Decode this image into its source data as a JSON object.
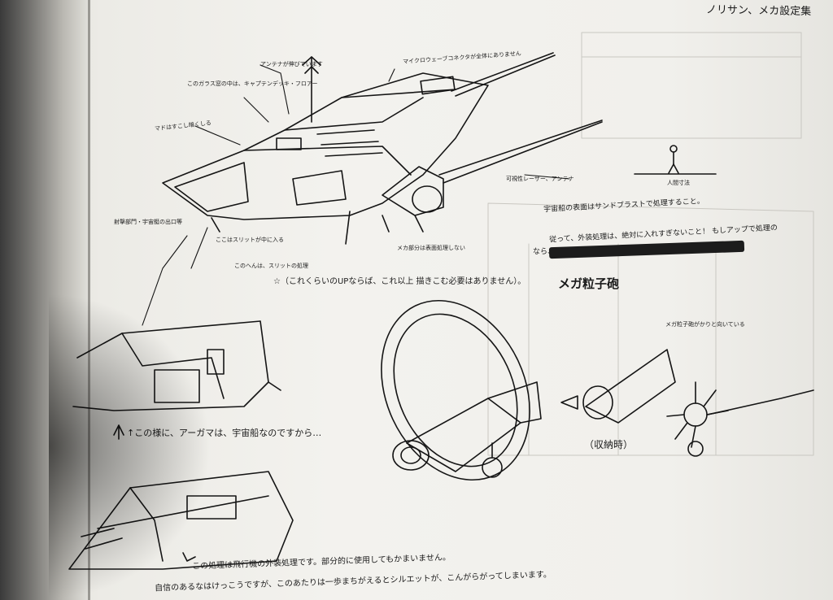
{
  "page": {
    "header": "ノリサン、メカ設定集"
  },
  "captions": {
    "closeup_note": "☆（これくらいのUPならば、これ以上 描きこむ必要はありません）。",
    "weapon_title": "メガ粒子砲",
    "stowed_label": "（収納時）",
    "spaceship_note": "↑この様に、アーガマは、宇宙船なのですから…",
    "bottom_line1": "この処理は飛行機の外装処理です。部分的に使用してもかまいません。",
    "bottom_line2": "自信のあるなはけっこうですが、このあたりは一歩まちがえるとシルエットが、こんがらがってしまいます。"
  },
  "annotations": {
    "antenna": "アンテナが伸びています",
    "microwave": "マイクロウェーブコネクタが全体にありません",
    "window_partition": "このガラス窓の中は、キャプテンデッキ・フロアー",
    "window_note": "マドはすこし暗くしる",
    "hull_note_1": "宇宙船の表面はサンドブラストで処理すること。",
    "hull_note_2": "従って、外装処理は、絶対に入れすぎないこと！ もしアップで処理の",
    "hull_note_3": "なら、",
    "left_note": "射撃部門・宇宙艇の出口等",
    "slit_note": "ここはスリットが中に入る",
    "right_slit": "このへんは、スリットの処理",
    "weapon_side": "メカ部分は表面処理しない",
    "human_scale": "人間寸法",
    "range_note": "可視性レーザー、アンテナ",
    "x_note": "メガ粒子砲がかりと向いている"
  }
}
